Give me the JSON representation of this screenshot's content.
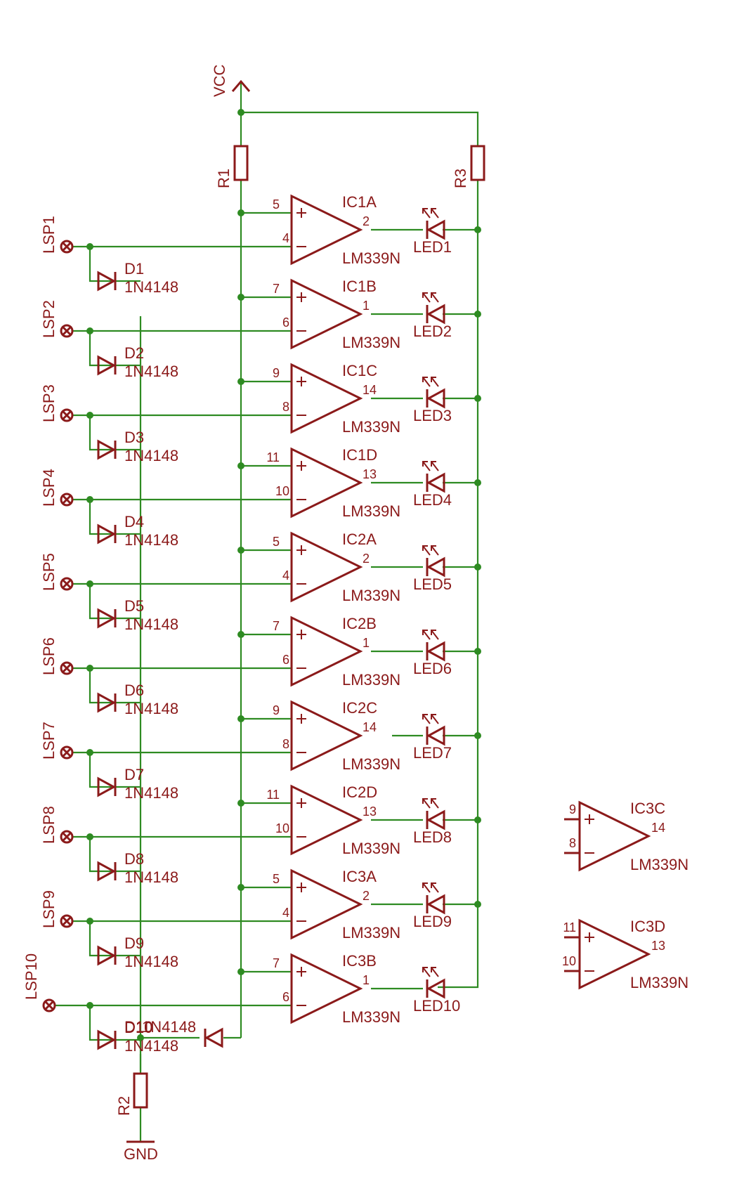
{
  "power": {
    "vcc_label": "VCC",
    "gnd_label": "GND"
  },
  "resistors": {
    "r1": "R1",
    "r2": "R2",
    "r3": "R3"
  },
  "extra_diode_label": "D10",
  "extra_diode_value": "1N4148",
  "stages": [
    {
      "lsp": "LSP1",
      "diode": "D1",
      "diode_value": "1N4148",
      "ic": "IC1A",
      "pin_plus": "5",
      "pin_minus": "4",
      "pin_out": "2",
      "part": "LM339N",
      "led": "LED1"
    },
    {
      "lsp": "LSP2",
      "diode": "D2",
      "diode_value": "1N4148",
      "ic": "IC1B",
      "pin_plus": "7",
      "pin_minus": "6",
      "pin_out": "1",
      "part": "LM339N",
      "led": "LED2"
    },
    {
      "lsp": "LSP3",
      "diode": "D3",
      "diode_value": "1N4148",
      "ic": "IC1C",
      "pin_plus": "9",
      "pin_minus": "8",
      "pin_out": "14",
      "part": "LM339N",
      "led": "LED3"
    },
    {
      "lsp": "LSP4",
      "diode": "D4",
      "diode_value": "1N4148",
      "ic": "IC1D",
      "pin_plus": "11",
      "pin_minus": "10",
      "pin_out": "13",
      "part": "LM339N",
      "led": "LED4"
    },
    {
      "lsp": "LSP5",
      "diode": "D5",
      "diode_value": "1N4148",
      "ic": "IC2A",
      "pin_plus": "5",
      "pin_minus": "4",
      "pin_out": "2",
      "part": "LM339N",
      "led": "LED5"
    },
    {
      "lsp": "LSP6",
      "diode": "D6",
      "diode_value": "1N4148",
      "ic": "IC2B",
      "pin_plus": "7",
      "pin_minus": "6",
      "pin_out": "1",
      "part": "LM339N",
      "led": "LED6"
    },
    {
      "lsp": "LSP7",
      "diode": "D7",
      "diode_value": "1N4148",
      "ic": "IC2C",
      "pin_plus": "9",
      "pin_minus": "8",
      "pin_out": "14",
      "part": "LM339N",
      "led": "LED7"
    },
    {
      "lsp": "LSP8",
      "diode": "D8",
      "diode_value": "1N4148",
      "ic": "IC2D",
      "pin_plus": "11",
      "pin_minus": "10",
      "pin_out": "13",
      "part": "LM339N",
      "led": "LED8"
    },
    {
      "lsp": "LSP9",
      "diode": "D9",
      "diode_value": "1N4148",
      "ic": "IC3A",
      "pin_plus": "5",
      "pin_minus": "4",
      "pin_out": "2",
      "part": "LM339N",
      "led": "LED9"
    },
    {
      "lsp": "LSP10",
      "diode": "D10",
      "diode_value": "1N4148",
      "ic": "IC3B",
      "pin_plus": "7",
      "pin_minus": "6",
      "pin_out": "1",
      "part": "LM339N",
      "led": "LED10"
    }
  ],
  "spare_units": [
    {
      "ic": "IC3C",
      "pin_plus": "9",
      "pin_minus": "8",
      "pin_out": "14",
      "part": "LM339N"
    },
    {
      "ic": "IC3D",
      "pin_plus": "11",
      "pin_minus": "10",
      "pin_out": "13",
      "part": "LM339N"
    }
  ],
  "colors": {
    "wire": "#2e8b22",
    "part": "#8b1a1a",
    "background": "#ffffff"
  }
}
